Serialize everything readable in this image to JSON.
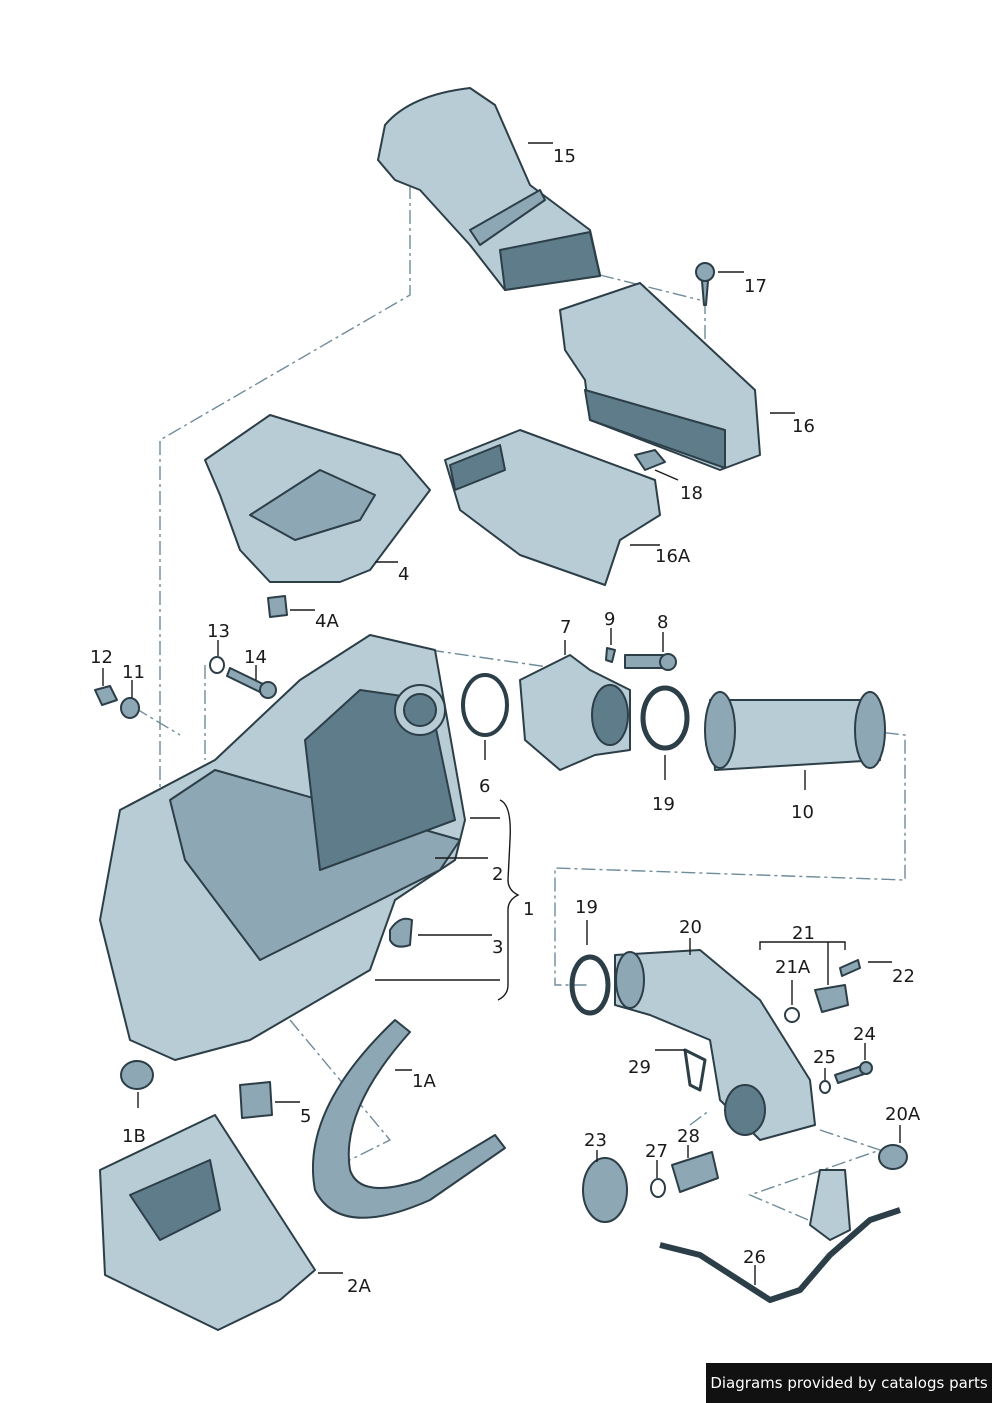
{
  "labels": {
    "l15": "15",
    "l17": "17",
    "l16": "16",
    "l18": "18",
    "l16A": "16A",
    "l4": "4",
    "l4A": "4A",
    "l7": "7",
    "l9": "9",
    "l8": "8",
    "l12": "12",
    "l11": "11",
    "l13": "13",
    "l14": "14",
    "l6": "6",
    "l19a": "19",
    "l10": "10",
    "l2": "2",
    "l1": "1",
    "l3": "3",
    "l19b": "19",
    "l20": "20",
    "l21": "21",
    "l21A": "21A",
    "l22": "22",
    "l24": "24",
    "l25": "25",
    "l29": "29",
    "l1A": "1A",
    "l5": "5",
    "l1B": "1B",
    "l20A": "20A",
    "l23": "23",
    "l27": "27",
    "l28": "28",
    "l26": "26",
    "l2A": "2A"
  },
  "footer": {
    "text": "Diagrams provided by catalogs parts"
  }
}
